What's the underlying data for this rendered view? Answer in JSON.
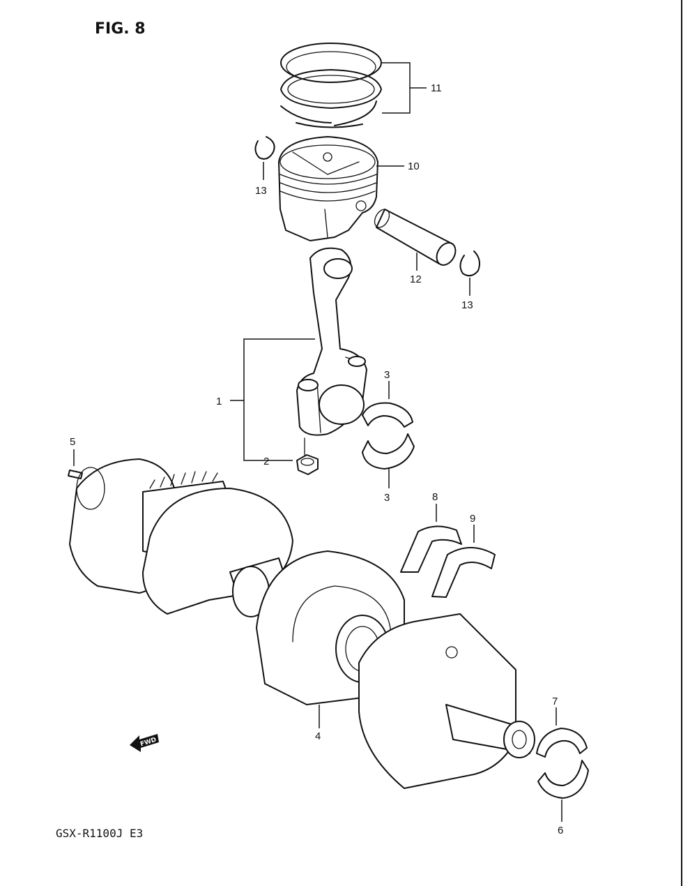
{
  "figure_title": "FIG. 8",
  "model_code": "GSX-R1100J  E3",
  "direction_badge": "FWD",
  "callouts": {
    "p1": "1",
    "p2": "2",
    "p3a": "3",
    "p3b": "3",
    "p4": "4",
    "p5": "5",
    "p6": "6",
    "p7": "7",
    "p8": "8",
    "p9": "9",
    "p10": "10",
    "p11": "11",
    "p12": "12",
    "p13a": "13",
    "p13b": "13"
  }
}
